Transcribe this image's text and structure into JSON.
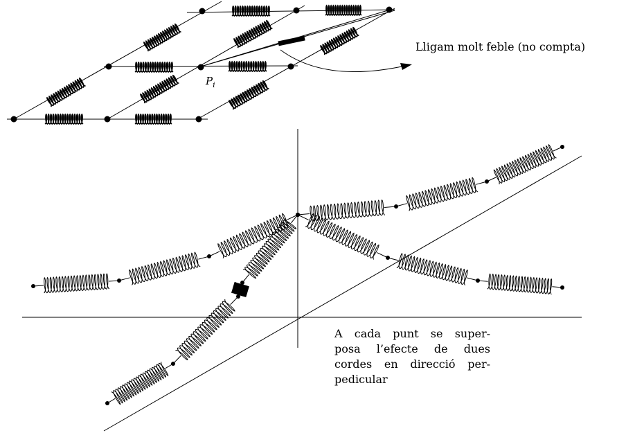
{
  "lattice": {
    "weak_link_label": "Lligam molt feble (no compta)",
    "point_label": "P",
    "point_subscript": "i"
  },
  "caption": {
    "lines": [
      "A cada punt se super-",
      "posa l’efecte de dues",
      "cordes en direcció per-",
      "pedicular"
    ]
  },
  "style": {
    "stroke": "#000000",
    "background": "#ffffff"
  }
}
